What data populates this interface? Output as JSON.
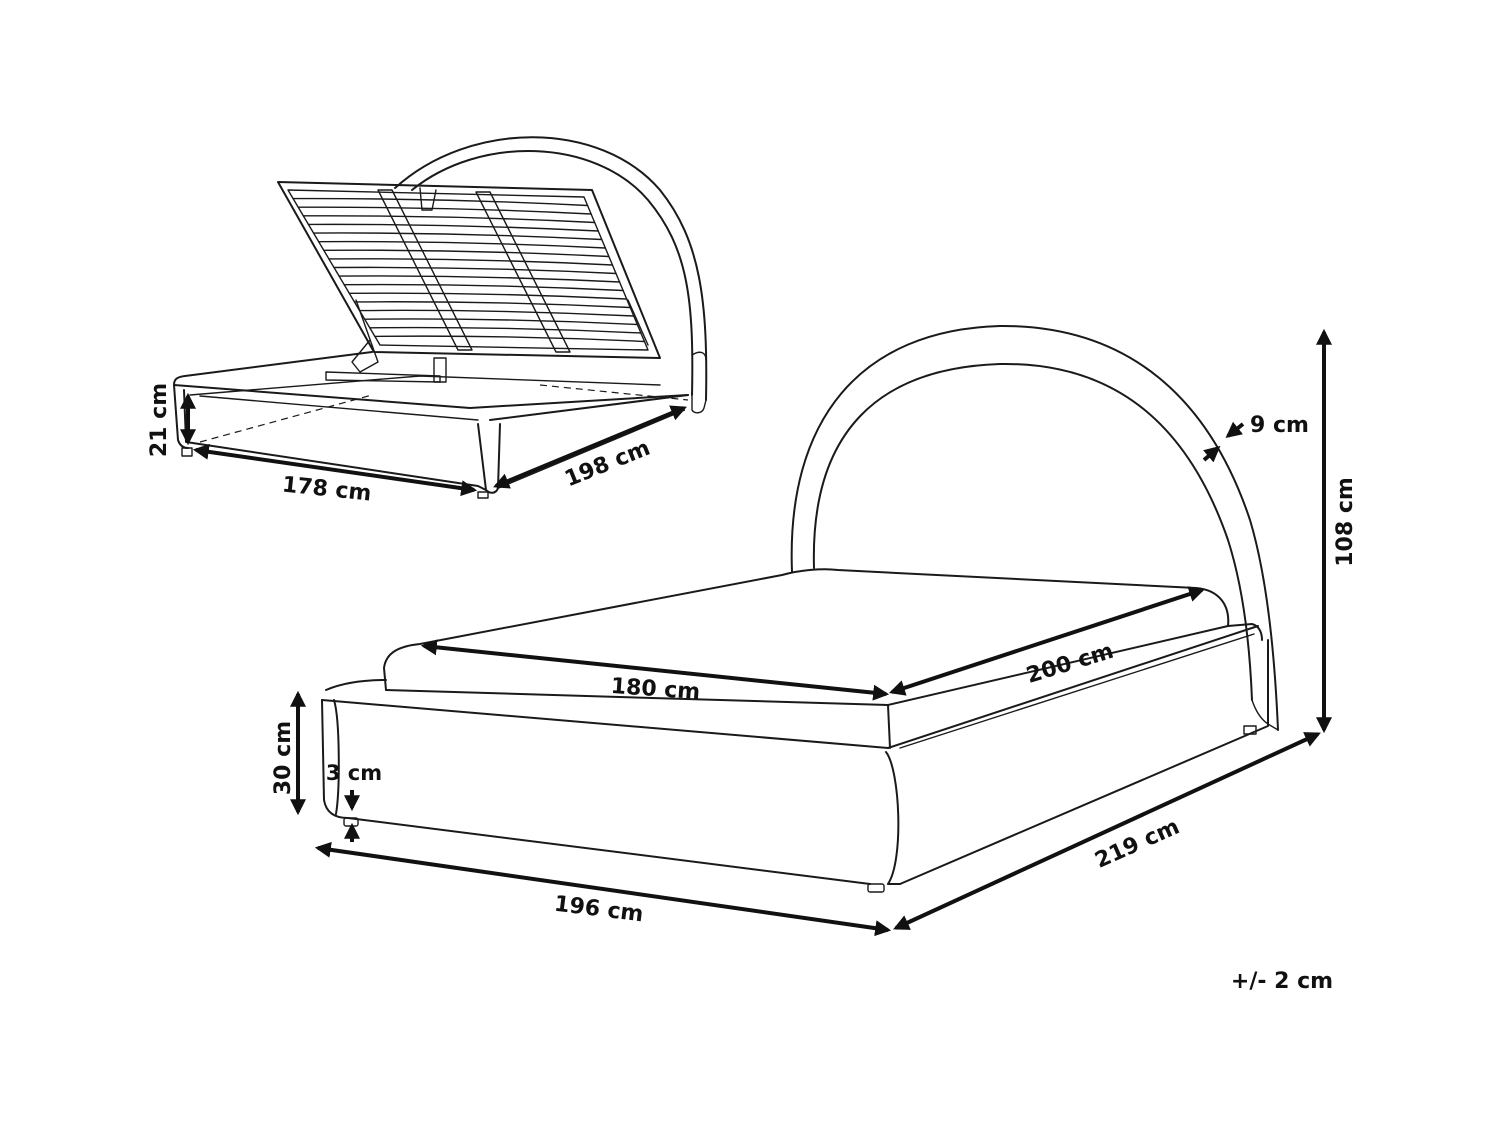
{
  "dimensions": {
    "storage_height": "21 cm",
    "storage_width": "178 cm",
    "storage_length": "198 cm",
    "headboard_thickness": "9 cm",
    "total_height": "108 cm",
    "mattress_width": "180 cm",
    "mattress_length": "200 cm",
    "frame_height": "30 cm",
    "leg_height": "3 cm",
    "total_width": "196 cm",
    "total_length": "219 cm"
  },
  "tolerance": "+/- 2 cm",
  "colors": {
    "line": "#1a1a1a",
    "background": "#ffffff"
  }
}
